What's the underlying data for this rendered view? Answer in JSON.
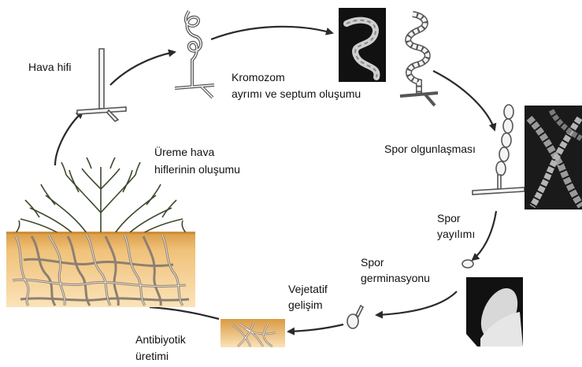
{
  "diagram": {
    "labels": {
      "hava_hifi": "Hava hifi",
      "kromozom_1": "Kromozom",
      "kromozom_2": "ayrımı ve septum oluşumu",
      "spor_olgunlasmasi": "Spor olgunlaşması",
      "spor_yayilimi_1": "Spor",
      "spor_yayilimi_2": "yayılımı",
      "spor_germinasyonu_1": "Spor",
      "spor_germinasyonu_2": "germinasyonu",
      "vejetatif_1": "Vejetatif",
      "vejetatif_2": "gelişim",
      "antibiyotik_1": "Antibiyotik",
      "antibiyotik_2": "üretimi",
      "ureme_1": "Üreme hava",
      "ureme_2": "hiflerinin oluşumu"
    },
    "colors": {
      "arrow": "#2a2a2a",
      "hypha_outline": "#555555",
      "hypha_fill": "#f4f4f4",
      "soil": "#f0c27a",
      "soil_dark": "#d99b45",
      "mycelium_green": "#3b4a2e",
      "micrograph_bg": "#111111"
    }
  }
}
